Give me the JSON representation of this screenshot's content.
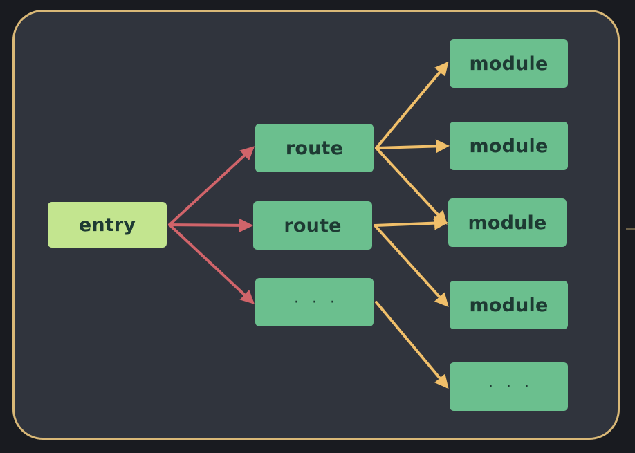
{
  "diagram": {
    "entry": {
      "label": "entry"
    },
    "routes": [
      {
        "label": "route"
      },
      {
        "label": "route"
      },
      {
        "label": "· · ·"
      }
    ],
    "modules": [
      {
        "label": "module"
      },
      {
        "label": "module"
      },
      {
        "label": "module"
      },
      {
        "label": "module"
      },
      {
        "label": "· · ·"
      }
    ],
    "edges": [
      {
        "from": "entry",
        "to": "route-1",
        "kind": "entry-to-route"
      },
      {
        "from": "entry",
        "to": "route-2",
        "kind": "entry-to-route"
      },
      {
        "from": "entry",
        "to": "route-3",
        "kind": "entry-to-route"
      },
      {
        "from": "route-1",
        "to": "module-1",
        "kind": "route-to-module"
      },
      {
        "from": "route-1",
        "to": "module-2",
        "kind": "route-to-module"
      },
      {
        "from": "route-1",
        "to": "module-3",
        "kind": "route-to-module"
      },
      {
        "from": "route-2",
        "to": "module-3",
        "kind": "route-to-module"
      },
      {
        "from": "route-2",
        "to": "module-4",
        "kind": "route-to-module"
      },
      {
        "from": "route-3",
        "to": "module-5",
        "kind": "route-to-module"
      }
    ]
  },
  "colors": {
    "background": "#191b20",
    "panel": "#30343d",
    "panel_border": "#d9b877",
    "entry_fill": "#c3e58f",
    "node_fill": "#6bbf8e",
    "node_text": "#1e3a33",
    "entry_arrow": "#d0646a",
    "route_arrow": "#f0bf6a"
  }
}
